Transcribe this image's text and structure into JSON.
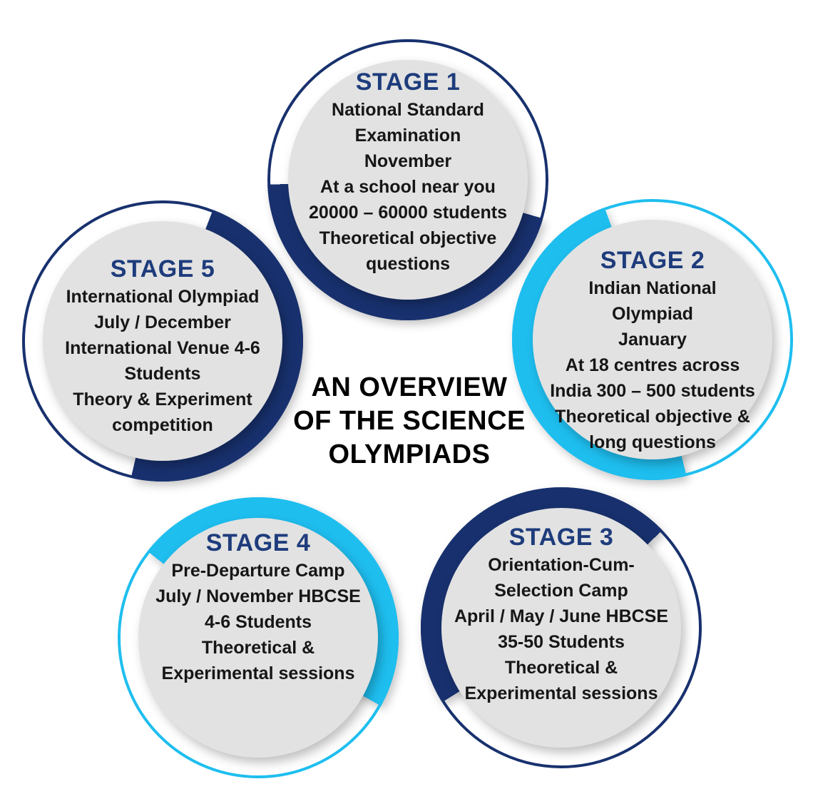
{
  "title": {
    "lines": [
      "AN OVERVIEW",
      "OF THE SCIENCE",
      "OLYMPIADS"
    ]
  },
  "colors": {
    "navy": "#18316E",
    "cyan": "#1EBEEF",
    "heading": "#1E3C7C",
    "body_text": "#161616",
    "title_text": "#000000",
    "circle_fill": "#E2E2E2"
  },
  "stages": [
    {
      "label": "STAGE 1",
      "color": "navy",
      "lines": [
        "National Standard",
        "Examination",
        "November",
        "At a school near you",
        "20000 – 60000 students",
        "Theoretical objective",
        "questions"
      ]
    },
    {
      "label": "STAGE 2",
      "color": "cyan",
      "lines": [
        "Indian National",
        "Olympiad",
        "January",
        "At 18 centres across",
        "India 300 – 500 students",
        "Theoretical objective &",
        "long questions"
      ]
    },
    {
      "label": "STAGE 3",
      "color": "navy",
      "lines": [
        "Orientation-Cum-",
        "Selection Camp",
        "April / May / June HBCSE",
        "35-50 Students",
        "Theoretical &",
        "Experimental sessions"
      ]
    },
    {
      "label": "STAGE 4",
      "color": "cyan",
      "lines": [
        "Pre-Departure Camp",
        "July / November HBCSE",
        "4-6 Students",
        "Theoretical &",
        "Experimental sessions"
      ]
    },
    {
      "label": "STAGE 5",
      "color": "navy",
      "lines": [
        "International Olympiad",
        "July / December",
        "International Venue 4-6",
        "Students",
        "Theory & Experiment",
        "competition"
      ]
    }
  ]
}
